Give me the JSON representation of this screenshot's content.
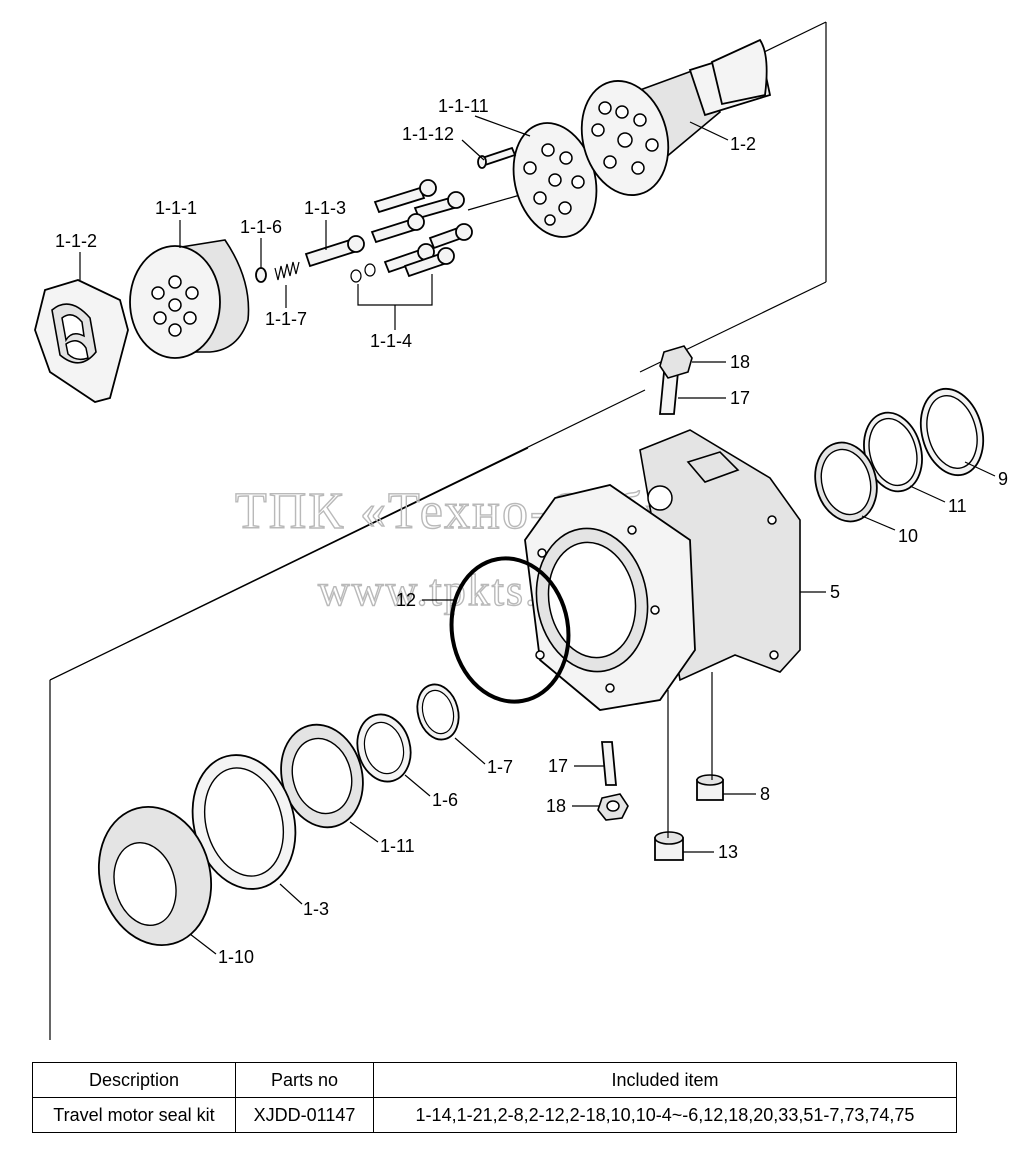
{
  "watermark": {
    "line1": "ТПК «Техно-Сиб»",
    "line2": "www.tpkts.ru"
  },
  "callouts": {
    "c_1_1_2": "1-1-2",
    "c_1_1_1": "1-1-1",
    "c_1_1_6": "1-1-6",
    "c_1_1_7": "1-1-7",
    "c_1_1_3": "1-1-3",
    "c_1_1_4": "1-1-4",
    "c_1_1_12": "1-1-12",
    "c_1_1_11": "1-1-11",
    "c_1_2": "1-2",
    "c_18_top": "18",
    "c_17_top": "17",
    "c_9": "9",
    "c_11": "11",
    "c_10": "10",
    "c_5": "5",
    "c_12": "12",
    "c_1_7": "1-7",
    "c_17_bottom": "17",
    "c_1_6": "1-6",
    "c_18_bottom": "18",
    "c_8": "8",
    "c_13": "13",
    "c_1_11": "1-11",
    "c_1_3": "1-3",
    "c_1_10": "1-10"
  },
  "table": {
    "headers": [
      "Description",
      "Parts no",
      "Included item"
    ],
    "rows": [
      [
        "Travel motor seal kit",
        "XJDD-01147",
        "1-14,1-21,2-8,2-12,2-18,10,10-4~-6,12,18,20,33,51-7,73,74,75"
      ]
    ]
  }
}
